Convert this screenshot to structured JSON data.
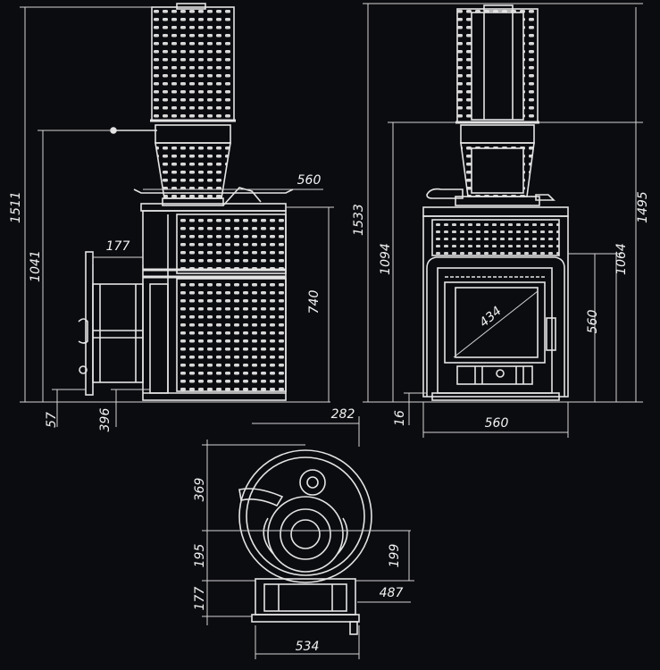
{
  "colors": {
    "background": "#0b0c10",
    "line": "#e8e8e8",
    "dim": "#d8d8d8"
  },
  "side_view": {
    "total_height": "1511",
    "lever_height": "1041",
    "top_offset": "560",
    "door_offset": "177",
    "body_height": "740",
    "floor_gap": "57",
    "depth": "396"
  },
  "front_view": {
    "total_height": "1533",
    "shoulder_height": "1094",
    "chimney_height": "1495",
    "body_height": "1064",
    "door_diagonal": "434",
    "door_height": "560",
    "floor_gap": "16",
    "width": "560"
  },
  "top_view": {
    "offset": "282",
    "rear_depth": "369",
    "center_depth": "195",
    "right_depth": "199",
    "front_depth": "177",
    "door_width": "487",
    "width": "534"
  }
}
